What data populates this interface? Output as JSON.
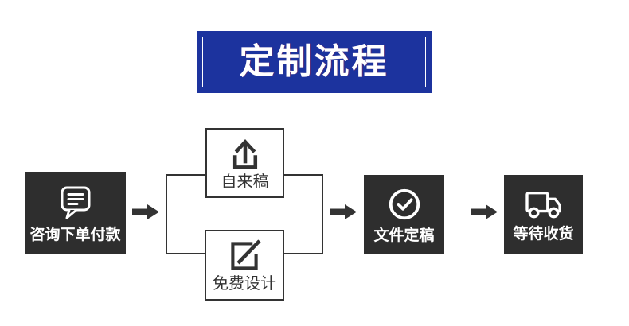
{
  "banner": {
    "title": "定制流程"
  },
  "flow": {
    "step_consult": {
      "label": "咨询下单付款",
      "icon": "chat-bubble-icon"
    },
    "branch_top": {
      "label": "自来稿",
      "icon": "upload-icon"
    },
    "branch_bottom": {
      "label": "免费设计",
      "icon": "edit-icon"
    },
    "step_finalize": {
      "label": "文件定稿",
      "icon": "check-circle-icon"
    },
    "step_receive": {
      "label": "等待收货",
      "icon": "truck-icon"
    }
  },
  "colors": {
    "banner_blue": "#1c339e",
    "dark_box": "#2e2e2e",
    "line_dark": "#333333",
    "text_white": "#ffffff"
  }
}
